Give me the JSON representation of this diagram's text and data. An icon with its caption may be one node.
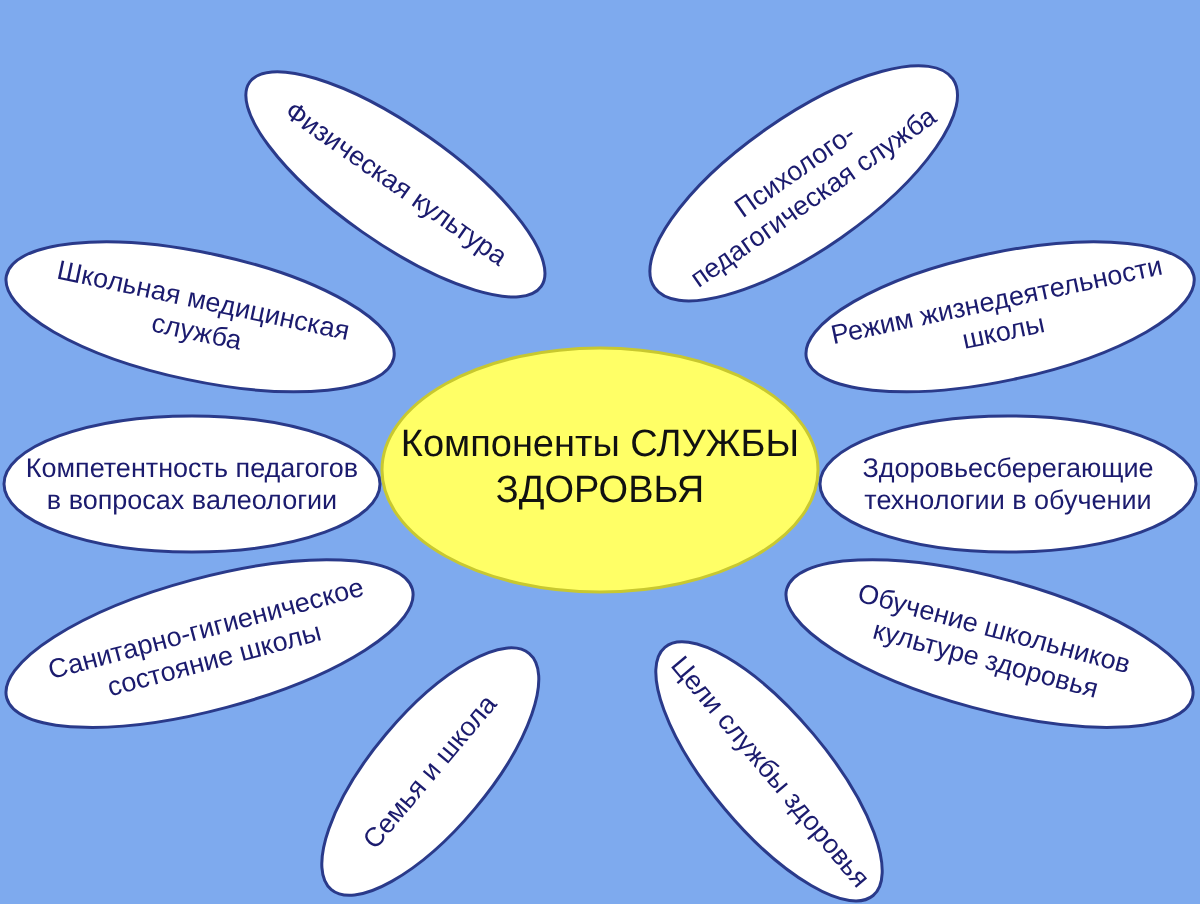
{
  "diagram": {
    "nodes": [
      {
        "text": [
          "Компоненты СЛУЖБЫ ЗДОРОВЬЯ"
        ]
      },
      {
        "text": [
          "Физическая культура"
        ]
      },
      {
        "text": [
          "Психолого-педагогическая служба"
        ]
      },
      {
        "text": [
          "Школьная медицинская служба"
        ]
      },
      {
        "text": [
          "Режим жизнедеятельности школы"
        ]
      },
      {
        "text": [
          "Компетентность педагогов в вопросах валеологии"
        ]
      },
      {
        "text": [
          "Здоровьесберегающие технологии в обучении"
        ]
      },
      {
        "text": [
          "Санитарно-гигиеническое состояние школы"
        ]
      },
      {
        "text": [
          "Обучение школьников культуре здоровья"
        ]
      },
      {
        "text": [
          "Семья и школа"
        ]
      },
      {
        "text": [
          "Цели службы здоровья"
        ]
      }
    ]
  }
}
